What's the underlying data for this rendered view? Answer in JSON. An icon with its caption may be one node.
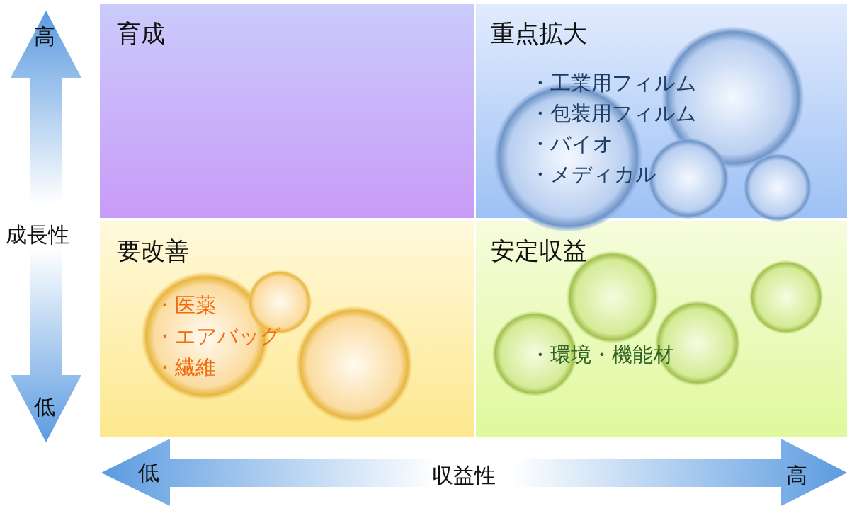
{
  "diagram": {
    "nodes": [
      {
        "text": [
          "育成"
        ]
      },
      {
        "text": [
          "重点拡大",
          "・工業用フィルム",
          "・包装用フィルム",
          "・バイオ",
          "・メディカル"
        ]
      },
      {
        "text": [
          "要改善",
          "・医薬",
          "・エアバッグ",
          "・繊維"
        ]
      },
      {
        "text": [
          "安定収益",
          "・環境・機能材"
        ]
      }
    ],
    "labels": [
      "高",
      "成長性",
      "低",
      "低",
      "収益性",
      "高"
    ]
  }
}
